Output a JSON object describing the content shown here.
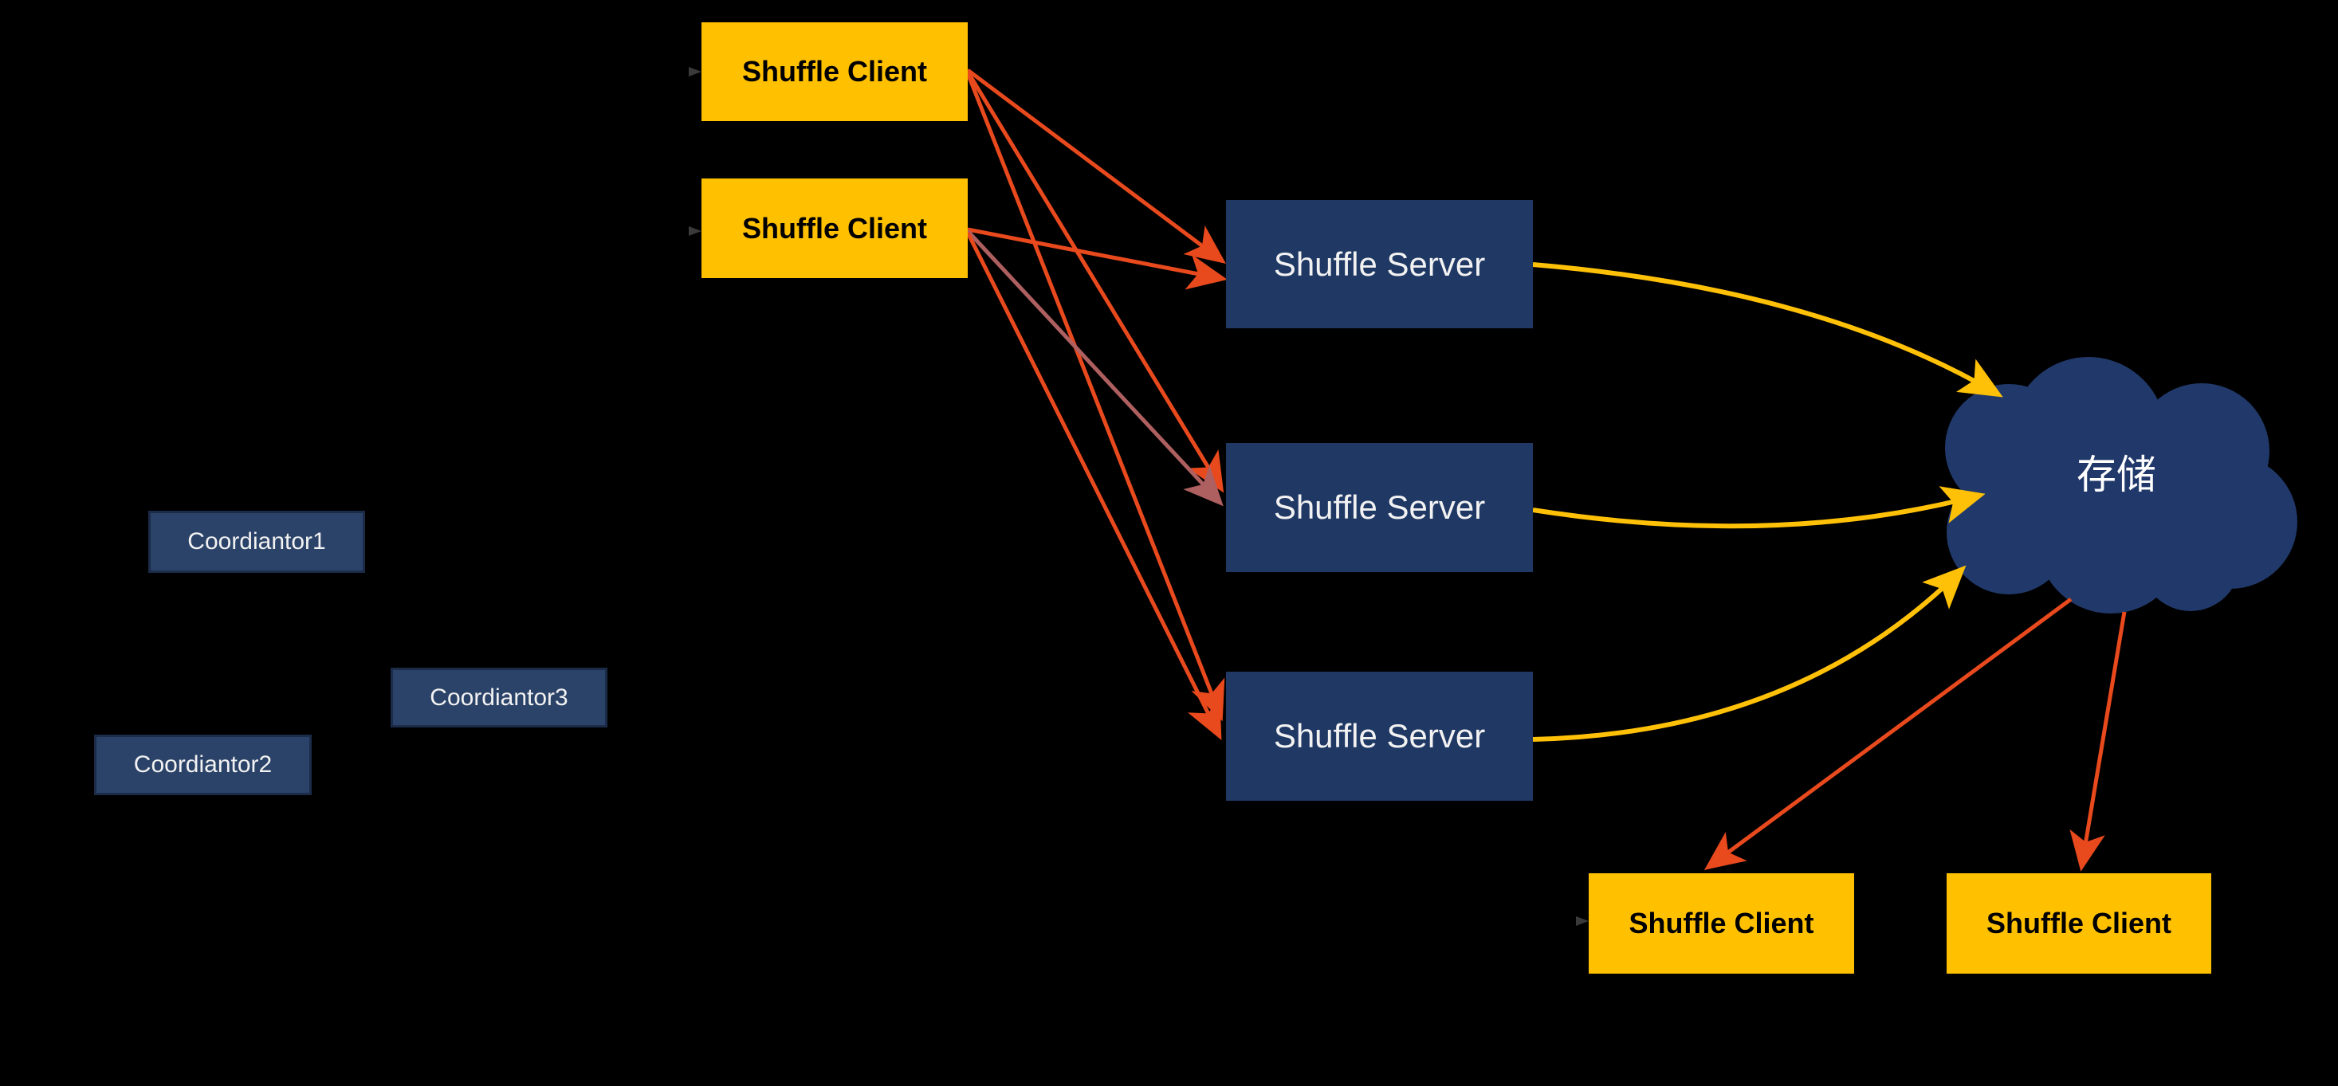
{
  "diagram": {
    "title": "Remote shuffle service architecture diagram",
    "background": "#000000",
    "colors": {
      "client_fill": "#FFC000",
      "server_fill": "#1F3864",
      "cloud_fill": "#21396A",
      "coordinator_fill": "#2B4368",
      "coordinator_border": "#1B2B48",
      "arrow_orange": "#E8491D",
      "arrow_mauve": "#AE5F60",
      "arrow_yellow": "#FFC107",
      "client_text": "#000000",
      "server_text": "#F2F2F2"
    },
    "nodes": {
      "client_top_1": {
        "label": "Shuffle Client",
        "type": "client"
      },
      "client_top_2": {
        "label": "Shuffle Client",
        "type": "client"
      },
      "server_1": {
        "label": "Shuffle Server",
        "type": "server"
      },
      "server_2": {
        "label": "Shuffle Server",
        "type": "server"
      },
      "server_3": {
        "label": "Shuffle Server",
        "type": "server"
      },
      "storage_cloud": {
        "label": "存储",
        "type": "cloud"
      },
      "client_bottom_1": {
        "label": "Shuffle Client",
        "type": "client"
      },
      "client_bottom_2": {
        "label": "Shuffle Client",
        "type": "client"
      },
      "coordinator_1": {
        "label": "Coordiantor1",
        "type": "coordinator"
      },
      "coordinator_2": {
        "label": "Coordiantor2",
        "type": "coordinator"
      },
      "coordinator_3": {
        "label": "Coordiantor3",
        "type": "coordinator"
      }
    },
    "edges": [
      {
        "from": "client_top_1",
        "to": "server_1",
        "color": "orange"
      },
      {
        "from": "client_top_1",
        "to": "server_2",
        "color": "orange"
      },
      {
        "from": "client_top_1",
        "to": "server_3",
        "color": "orange"
      },
      {
        "from": "client_top_2",
        "to": "server_1",
        "color": "orange"
      },
      {
        "from": "client_top_2",
        "to": "server_2",
        "color": "mauve"
      },
      {
        "from": "client_top_2",
        "to": "server_3",
        "color": "orange"
      },
      {
        "from": "server_1",
        "to": "storage_cloud",
        "color": "yellow"
      },
      {
        "from": "server_2",
        "to": "storage_cloud",
        "color": "yellow"
      },
      {
        "from": "server_3",
        "to": "storage_cloud",
        "color": "yellow"
      },
      {
        "from": "storage_cloud",
        "to": "client_bottom_1",
        "color": "orange"
      },
      {
        "from": "storage_cloud",
        "to": "client_bottom_2",
        "color": "orange"
      }
    ]
  }
}
